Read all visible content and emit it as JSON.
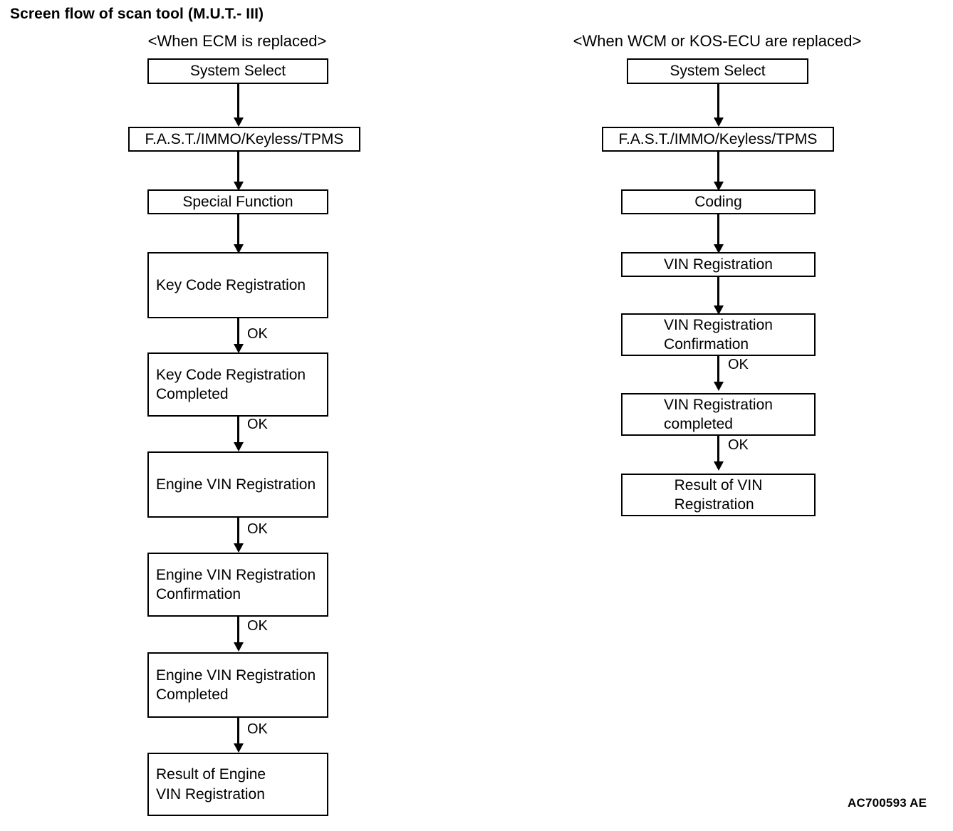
{
  "title": "Screen flow of scan tool (M.U.T.- III)",
  "footer_code": "AC700593 AE",
  "edge_label": "OK",
  "columns": [
    {
      "name": "ecm-replaced",
      "heading": "<When ECM is replaced>",
      "nodes": [
        {
          "id": "ecm-system-select",
          "label": "System Select"
        },
        {
          "id": "ecm-fast-immo",
          "label": "F.A.S.T./IMMO/Keyless/TPMS"
        },
        {
          "id": "ecm-special-function",
          "label": "Special Function"
        },
        {
          "id": "ecm-key-code-reg",
          "label": "Key Code Registration"
        },
        {
          "id": "ecm-key-code-reg-completed",
          "label": "Key Code Registration\nCompleted"
        },
        {
          "id": "ecm-engine-vin-reg",
          "label": "Engine VIN Registration"
        },
        {
          "id": "ecm-engine-vin-reg-confirmation",
          "label": "Engine VIN Registration\nConfirmation"
        },
        {
          "id": "ecm-engine-vin-reg-completed",
          "label": "Engine VIN Registration\nCompleted"
        },
        {
          "id": "ecm-result-engine-vin-reg",
          "label": "Result of Engine\nVIN Registration"
        }
      ],
      "edges": [
        {
          "from": "ecm-system-select",
          "to": "ecm-fast-immo",
          "label": ""
        },
        {
          "from": "ecm-fast-immo",
          "to": "ecm-special-function",
          "label": ""
        },
        {
          "from": "ecm-special-function",
          "to": "ecm-key-code-reg",
          "label": ""
        },
        {
          "from": "ecm-key-code-reg",
          "to": "ecm-key-code-reg-completed",
          "label": "OK"
        },
        {
          "from": "ecm-key-code-reg-completed",
          "to": "ecm-engine-vin-reg",
          "label": "OK"
        },
        {
          "from": "ecm-engine-vin-reg",
          "to": "ecm-engine-vin-reg-confirmation",
          "label": "OK"
        },
        {
          "from": "ecm-engine-vin-reg-confirmation",
          "to": "ecm-engine-vin-reg-completed",
          "label": "OK"
        },
        {
          "from": "ecm-engine-vin-reg-completed",
          "to": "ecm-result-engine-vin-reg",
          "label": "OK"
        }
      ]
    },
    {
      "name": "wcm-kos-replaced",
      "heading": "<When WCM or KOS-ECU are replaced>",
      "nodes": [
        {
          "id": "wcm-system-select",
          "label": "System Select"
        },
        {
          "id": "wcm-fast-immo",
          "label": "F.A.S.T./IMMO/Keyless/TPMS"
        },
        {
          "id": "wcm-coding",
          "label": "Coding"
        },
        {
          "id": "wcm-vin-reg",
          "label": "VIN Registration"
        },
        {
          "id": "wcm-vin-reg-confirmation",
          "label": "VIN Registration\nConfirmation"
        },
        {
          "id": "wcm-vin-reg-completed",
          "label": "VIN Registration\ncompleted"
        },
        {
          "id": "wcm-result-vin-reg",
          "label": "Result of VIN\nRegistration"
        }
      ],
      "edges": [
        {
          "from": "wcm-system-select",
          "to": "wcm-fast-immo",
          "label": ""
        },
        {
          "from": "wcm-fast-immo",
          "to": "wcm-coding",
          "label": ""
        },
        {
          "from": "wcm-coding",
          "to": "wcm-vin-reg",
          "label": ""
        },
        {
          "from": "wcm-vin-reg",
          "to": "wcm-vin-reg-confirmation",
          "label": ""
        },
        {
          "from": "wcm-vin-reg-confirmation",
          "to": "wcm-vin-reg-completed",
          "label": "OK"
        },
        {
          "from": "wcm-vin-reg-completed",
          "to": "wcm-result-vin-reg",
          "label": "OK"
        }
      ]
    }
  ]
}
